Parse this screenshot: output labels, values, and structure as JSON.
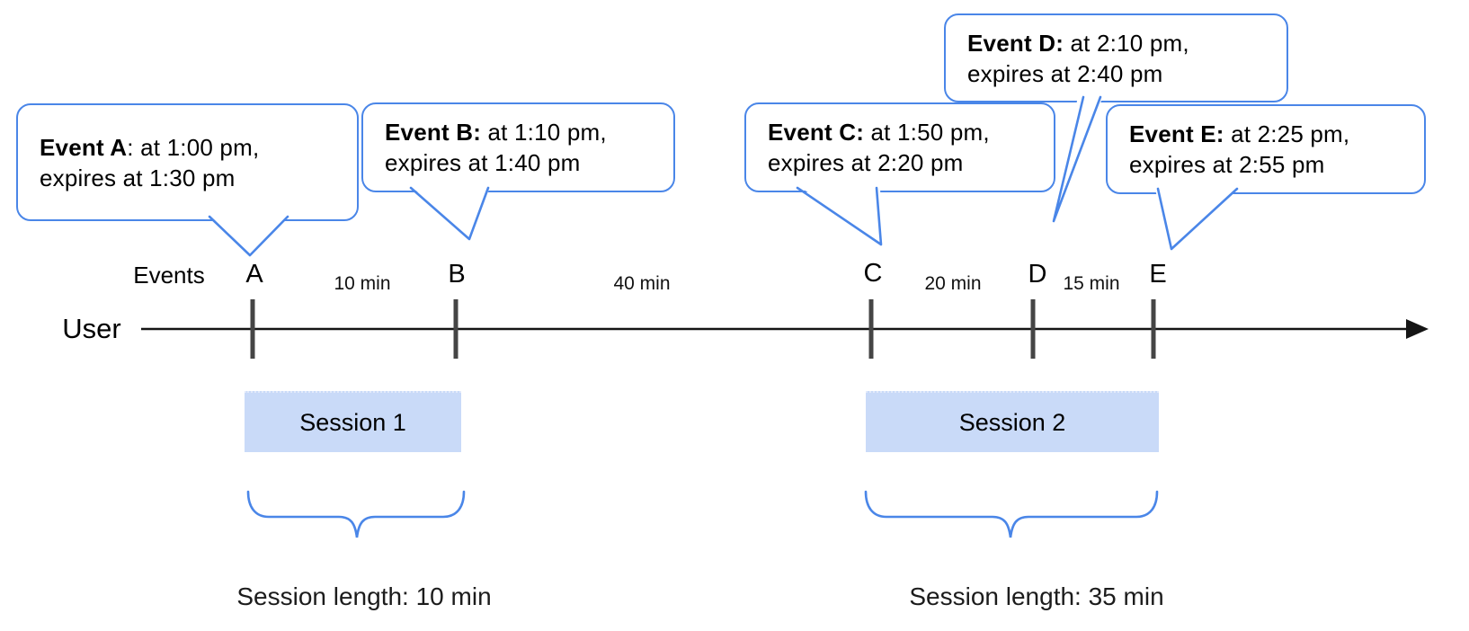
{
  "diagram": {
    "axis": {
      "events_label": "Events",
      "user_label": "User"
    },
    "events": [
      {
        "id": "A",
        "tick_label": "A",
        "bold": "Event A",
        "rest": ": at 1:00 pm,",
        "line2": "expires at 1:30 pm"
      },
      {
        "id": "B",
        "tick_label": "B",
        "bold": "Event B:",
        "rest": " at 1:10 pm,",
        "line2": "expires at 1:40 pm"
      },
      {
        "id": "C",
        "tick_label": "C",
        "bold": "Event C:",
        "rest": " at 1:50 pm,",
        "line2": "expires at 2:20 pm"
      },
      {
        "id": "D",
        "tick_label": "D",
        "bold": "Event D:",
        "rest": " at 2:10 pm,",
        "line2": "expires at 2:40 pm"
      },
      {
        "id": "E",
        "tick_label": "E",
        "bold": "Event E:",
        "rest": " at 2:25 pm,",
        "line2": "expires at 2:55 pm"
      }
    ],
    "gaps": [
      {
        "label": "10 min"
      },
      {
        "label": "40 min"
      },
      {
        "label": "20 min"
      },
      {
        "label": "15 min"
      }
    ],
    "sessions": [
      {
        "name": "Session 1",
        "length_label": "Session length: 10 min"
      },
      {
        "name": "Session 2",
        "length_label": "Session length: 35 min"
      }
    ],
    "colors": {
      "accent_blue": "#4a86e8",
      "session_fill": "#c9daf8",
      "tick_gray": "#454545",
      "line_black": "#151515"
    }
  }
}
